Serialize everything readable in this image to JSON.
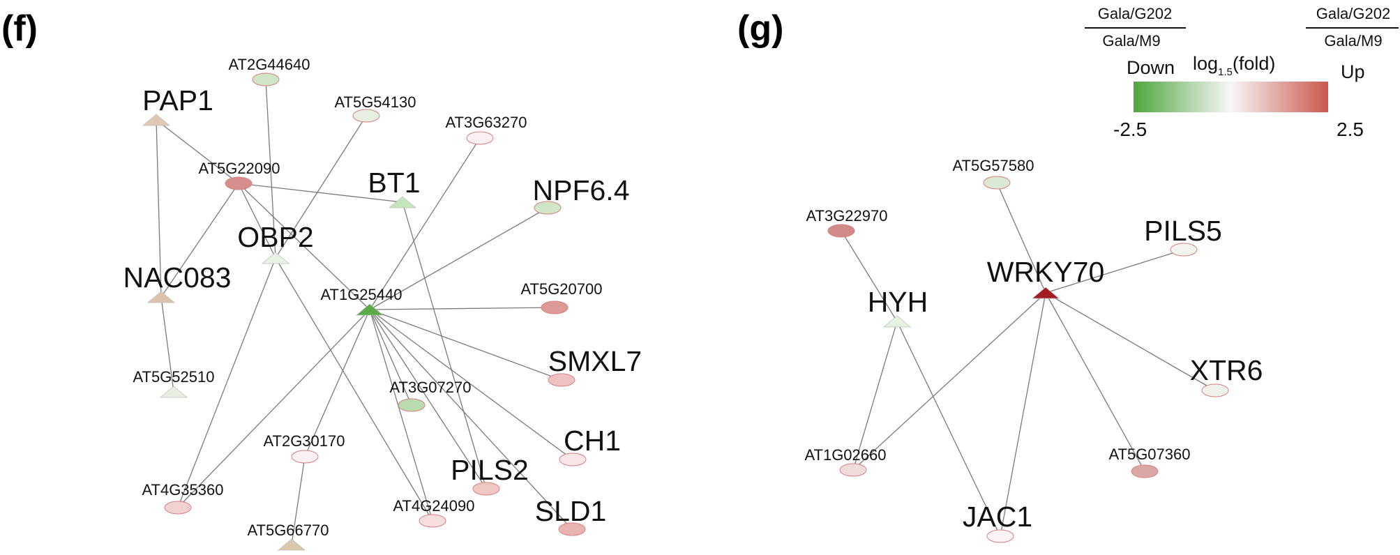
{
  "panels": {
    "f": {
      "label": "(f)"
    },
    "g": {
      "label": "(g)"
    }
  },
  "legend": {
    "left_numerator": "Gala/G202",
    "left_denominator": "Gala/M9",
    "right_numerator": "Gala/G202",
    "right_denominator": "Gala/M9",
    "down_label": "Down",
    "up_label": "Up",
    "scale_label_prefix": "log",
    "scale_label_subscript": "1.5",
    "scale_label_suffix": "(fold)",
    "min_label": "-2.5",
    "max_label": "2.5",
    "colors": {
      "low": "#4ea53d",
      "mid": "#f7f7f7",
      "high": "#c9574c"
    }
  },
  "network_f": {
    "nodes": [
      {
        "id": "AT2G44640",
        "label": "AT2G44640",
        "shape": "ellipse",
        "color": "#cfe5c8"
      },
      {
        "id": "AT5G54130",
        "label": "AT5G54130",
        "shape": "ellipse",
        "color": "#e6efe1"
      },
      {
        "id": "AT3G63270",
        "label": "AT3G63270",
        "shape": "ellipse",
        "color": "#faf0f2"
      },
      {
        "id": "PAP1",
        "label": "PAP1",
        "shape": "triangle",
        "color": "#dfc9b2"
      },
      {
        "id": "AT5G22090",
        "label": "AT5G22090",
        "shape": "ellipse",
        "color": "#d78f8d"
      },
      {
        "id": "BT1",
        "label": "BT1",
        "shape": "triangle",
        "color": "#c5e5bb"
      },
      {
        "id": "NPF6.4",
        "label": "NPF6.4",
        "shape": "ellipse",
        "color": "#d1e6c8"
      },
      {
        "id": "OBP2",
        "label": "OBP2",
        "shape": "triangle",
        "color": "#e8f4e3"
      },
      {
        "id": "NAC083",
        "label": "NAC083",
        "shape": "triangle",
        "color": "#dcc3ad"
      },
      {
        "id": "AT1G25440",
        "label": "AT1G25440",
        "shape": "triangle",
        "color": "#5aab47"
      },
      {
        "id": "AT5G20700",
        "label": "AT5G20700",
        "shape": "ellipse",
        "color": "#dc9a97"
      },
      {
        "id": "SMXL7",
        "label": "SMXL7",
        "shape": "ellipse",
        "color": "#eec2c1"
      },
      {
        "id": "AT5G52510",
        "label": "AT5G52510",
        "shape": "triangle",
        "color": "#e6efe0"
      },
      {
        "id": "AT3G07270",
        "label": "AT3G07270",
        "shape": "ellipse",
        "color": "#b9dbb0"
      },
      {
        "id": "CH1",
        "label": "CH1",
        "shape": "ellipse",
        "color": "#f8e6e8"
      },
      {
        "id": "AT2G30170",
        "label": "AT2G30170",
        "shape": "ellipse",
        "color": "#fbf0f2"
      },
      {
        "id": "PILS2",
        "label": "PILS2",
        "shape": "ellipse",
        "color": "#efc8c6"
      },
      {
        "id": "AT4G35360",
        "label": "AT4G35360",
        "shape": "ellipse",
        "color": "#f2d1d1"
      },
      {
        "id": "AT4G24090",
        "label": "AT4G24090",
        "shape": "ellipse",
        "color": "#f6dede"
      },
      {
        "id": "SLD1",
        "label": "SLD1",
        "shape": "ellipse",
        "color": "#e8b4b2"
      },
      {
        "id": "AT5G66770",
        "label": "AT5G66770",
        "shape": "triangle",
        "color": "#d9c8ac"
      }
    ],
    "edges": [
      [
        "PAP1",
        "AT5G22090"
      ],
      [
        "PAP1",
        "NAC083"
      ],
      [
        "AT2G44640",
        "OBP2"
      ],
      [
        "AT5G54130",
        "OBP2"
      ],
      [
        "AT5G22090",
        "BT1"
      ],
      [
        "AT5G22090",
        "NAC083"
      ],
      [
        "AT5G22090",
        "AT1G25440"
      ],
      [
        "AT5G22090",
        "OBP2"
      ],
      [
        "AT3G63270",
        "AT1G25440"
      ],
      [
        "NPF6.4",
        "AT1G25440"
      ],
      [
        "AT1G25440",
        "AT5G20700"
      ],
      [
        "AT1G25440",
        "SMXL7"
      ],
      [
        "AT1G25440",
        "AT3G07270"
      ],
      [
        "AT1G25440",
        "CH1"
      ],
      [
        "AT1G25440",
        "PILS2"
      ],
      [
        "AT1G25440",
        "SLD1"
      ],
      [
        "AT1G25440",
        "AT4G24090"
      ],
      [
        "AT1G25440",
        "AT4G35360"
      ],
      [
        "AT1G25440",
        "AT2G30170"
      ],
      [
        "BT1",
        "PILS2"
      ],
      [
        "NAC083",
        "AT5G52510"
      ],
      [
        "OBP2",
        "AT4G35360"
      ],
      [
        "OBP2",
        "AT4G24090"
      ],
      [
        "AT2G30170",
        "AT5G66770"
      ]
    ]
  },
  "network_g": {
    "nodes": [
      {
        "id": "AT5G57580",
        "label": "AT5G57580",
        "shape": "ellipse",
        "color": "#d9e9d3"
      },
      {
        "id": "AT3G22970",
        "label": "AT3G22970",
        "shape": "ellipse",
        "color": "#d08a88"
      },
      {
        "id": "PILS5",
        "label": "PILS5",
        "shape": "ellipse",
        "color": "#f2f5ee"
      },
      {
        "id": "WRKY70",
        "label": "WRKY70",
        "shape": "triangle",
        "color": "#a31d22"
      },
      {
        "id": "HYH",
        "label": "HYH",
        "shape": "triangle",
        "color": "#e4f3dd"
      },
      {
        "id": "XTR6",
        "label": "XTR6",
        "shape": "ellipse",
        "color": "#eef2ea"
      },
      {
        "id": "AT1G02660",
        "label": "AT1G02660",
        "shape": "ellipse",
        "color": "#f1dcdc"
      },
      {
        "id": "AT5G07360",
        "label": "AT5G07360",
        "shape": "ellipse",
        "color": "#dba7a6"
      },
      {
        "id": "JAC1",
        "label": "JAC1",
        "shape": "ellipse",
        "color": "#fcf3f4"
      }
    ],
    "edges": [
      [
        "AT5G57580",
        "WRKY70"
      ],
      [
        "AT3G22970",
        "HYH"
      ],
      [
        "WRKY70",
        "PILS5"
      ],
      [
        "WRKY70",
        "XTR6"
      ],
      [
        "WRKY70",
        "AT5G07360"
      ],
      [
        "WRKY70",
        "JAC1"
      ],
      [
        "WRKY70",
        "AT1G02660"
      ],
      [
        "HYH",
        "AT1G02660"
      ],
      [
        "HYH",
        "JAC1"
      ]
    ]
  }
}
